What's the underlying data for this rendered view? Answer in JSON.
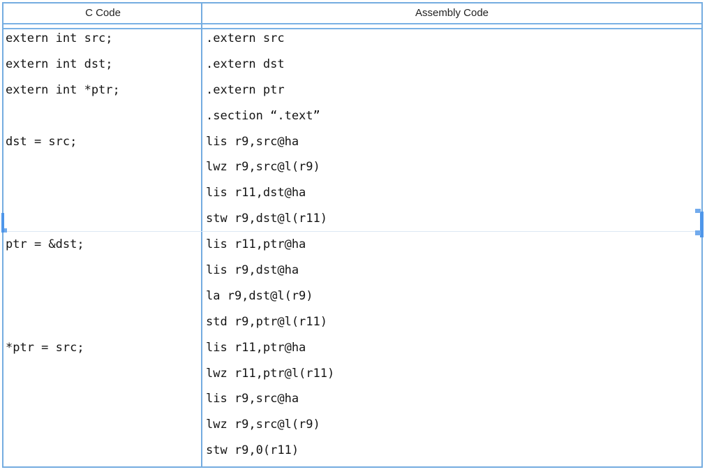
{
  "table": {
    "columns": [
      {
        "label": "C Code"
      },
      {
        "label": "Assembly Code"
      }
    ],
    "rows": [
      {
        "c_lines": [
          "extern int src;",
          "extern int dst;",
          "extern int *ptr;",
          "",
          "dst = src;"
        ],
        "asm_lines": [
          ".extern src",
          ".extern dst",
          ".extern ptr",
          ".section “.text”",
          "lis r9,src@ha",
          "lwz r9,src@l(r9)",
          "lis r11,dst@ha",
          "stw r9,dst@l(r11)"
        ]
      },
      {
        "c_lines": [
          "ptr = &dst;"
        ],
        "asm_lines": [
          "lis r11,ptr@ha",
          "lis r9,dst@ha",
          "la r9,dst@l(r9)",
          "std r9,ptr@l(r11)"
        ]
      },
      {
        "c_lines": [
          "*ptr = src;"
        ],
        "asm_lines": [
          "lis r11,ptr@ha",
          "lwz r11,ptr@l(r11)",
          "lis r9,src@ha",
          "lwz r9,src@l(r9)",
          "stw r9,0(r11)"
        ]
      }
    ],
    "colors": {
      "border_blue": "#74ACE0",
      "header_rule_blue": "#7AB1E5",
      "split_mark_blue": "#4E96EA",
      "faint_row_divider": "#DCE8F3",
      "text": "#141414"
    }
  }
}
